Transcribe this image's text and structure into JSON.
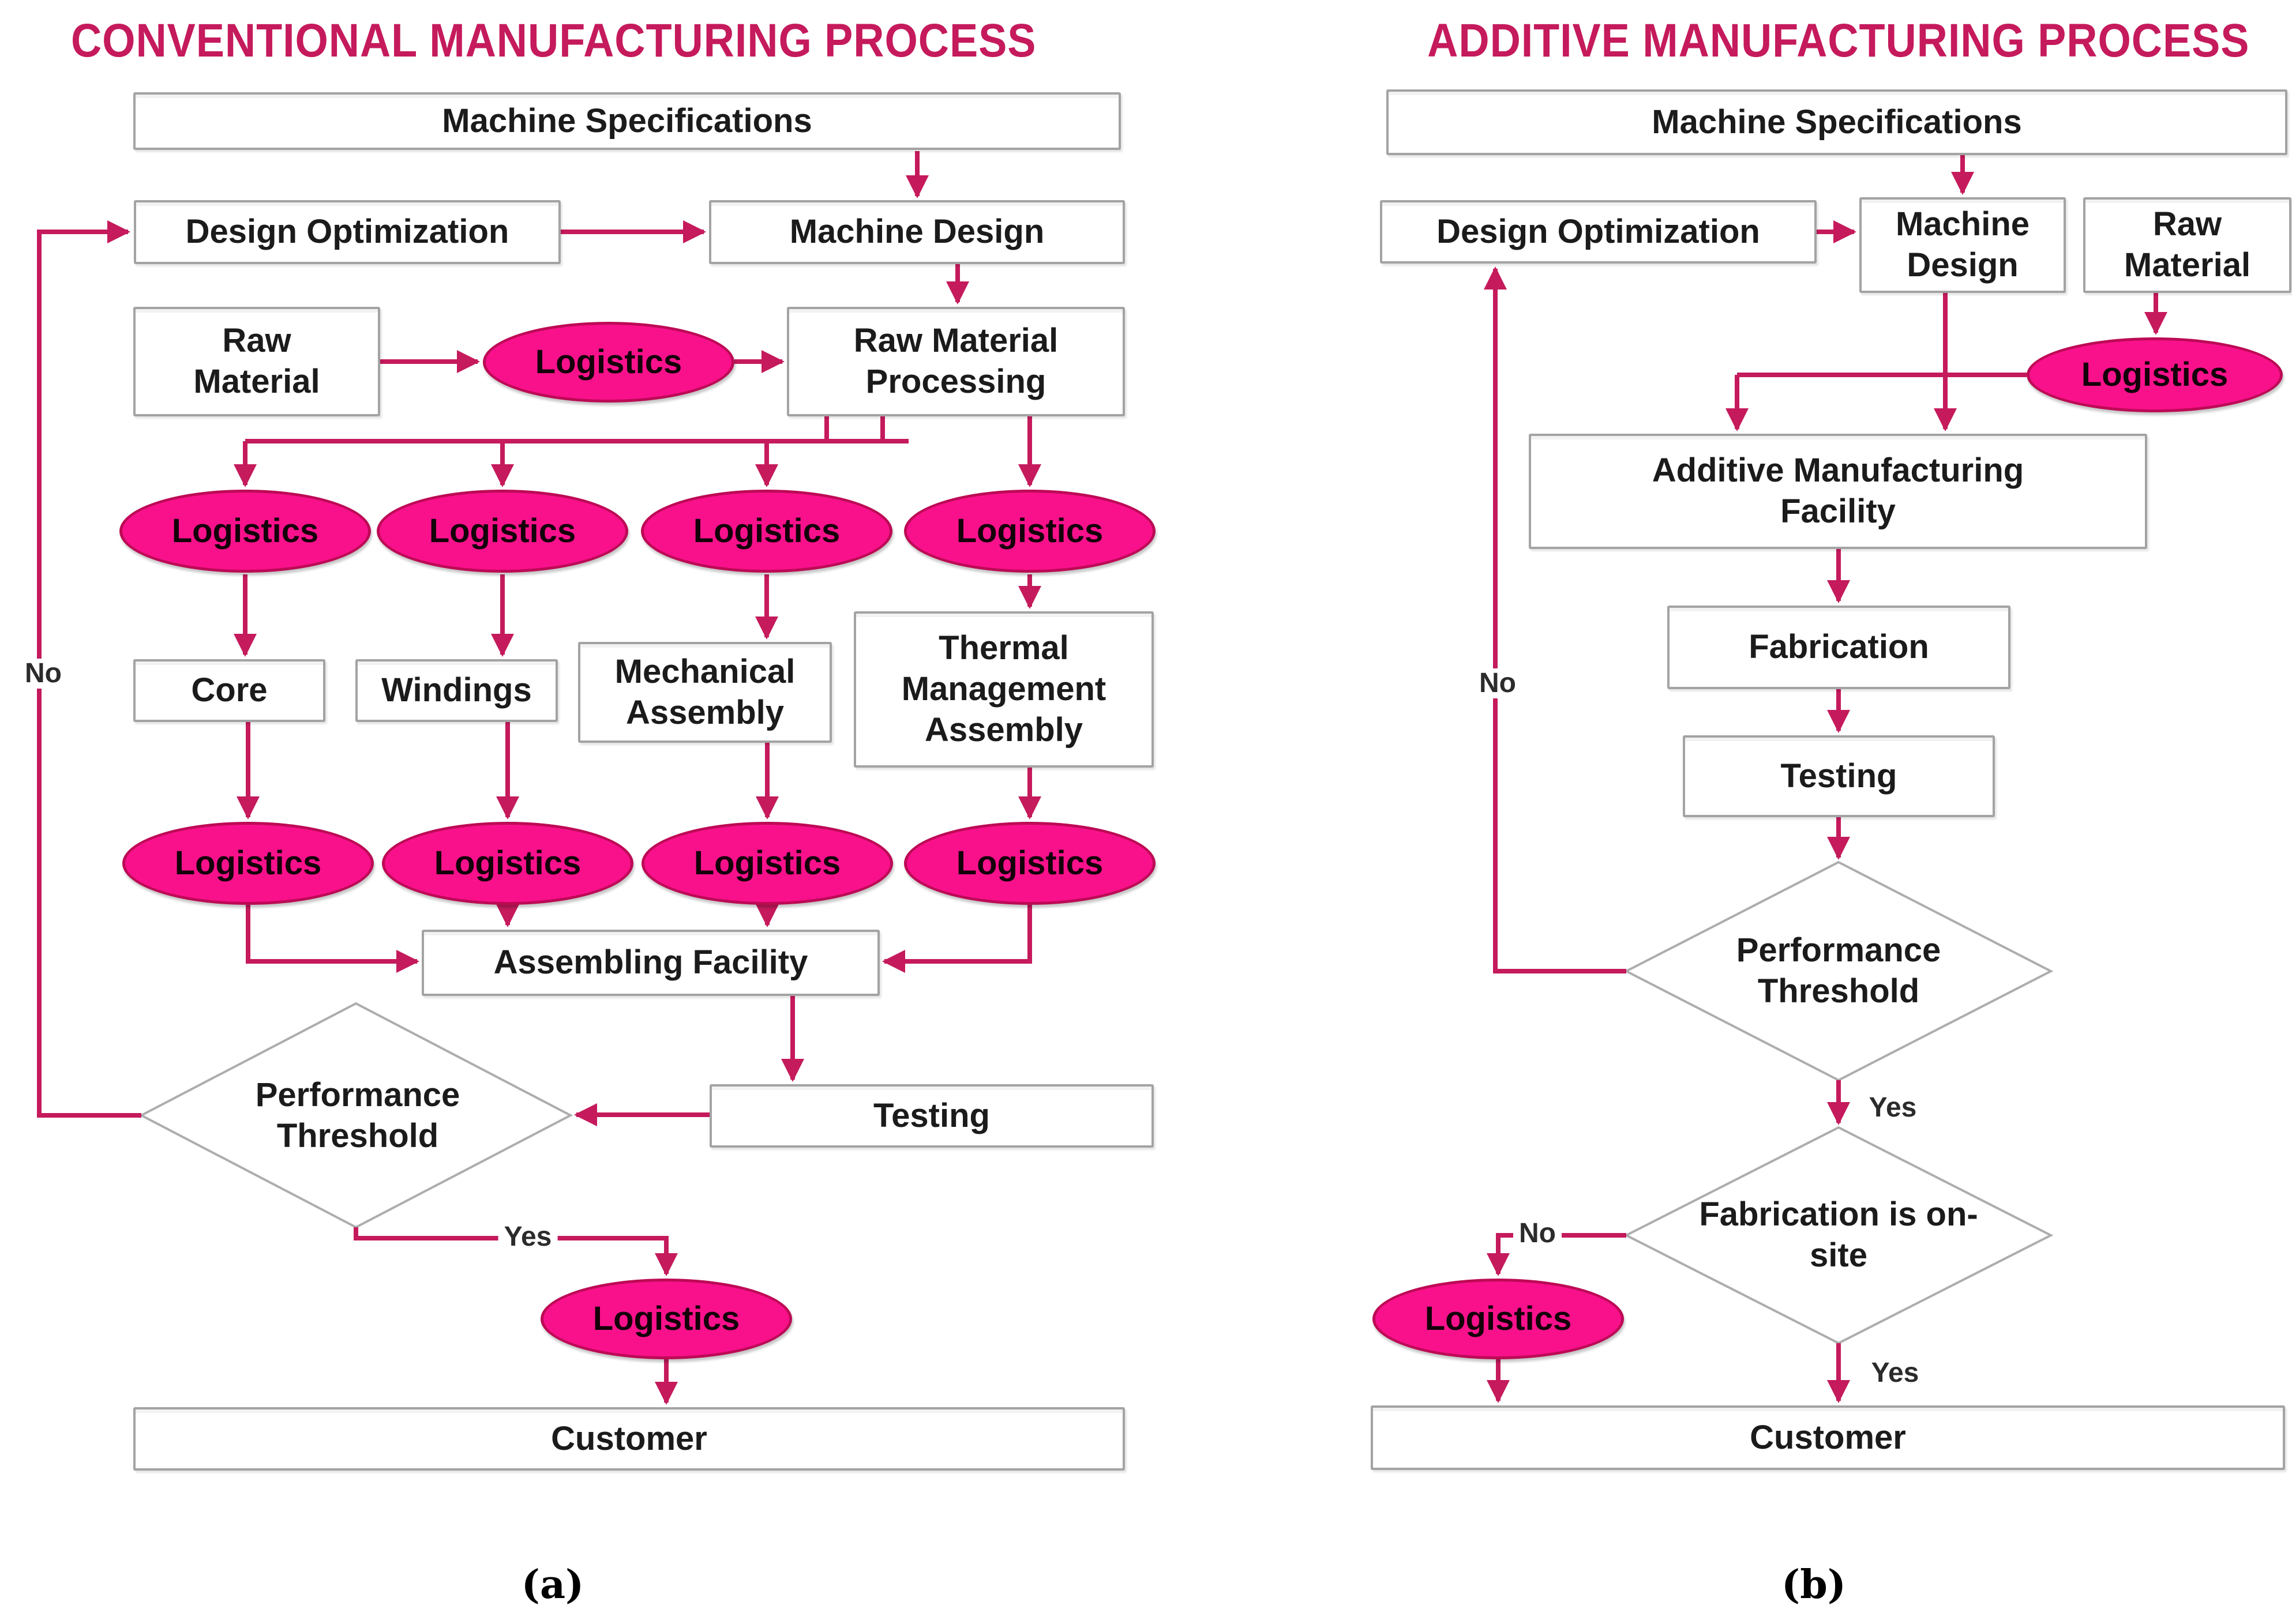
{
  "colors": {
    "accent": "#C51A5C",
    "ellipse_fill": "#F9118C",
    "ellipse_border": "#BD0A55",
    "box_border": "#A3A3A3",
    "diamond_border": "#ADADAD",
    "node_text": "#1B1B1B",
    "edge_label_text": "#2B2B2B"
  },
  "left": {
    "title": "CONVENTIONAL MANUFACTURING PROCESS",
    "caption": "(a)",
    "nodes": {
      "machine_specifications": "Machine Specifications",
      "design_optimization": "Design Optimization",
      "machine_design": "Machine Design",
      "raw_material": "Raw Material",
      "logistics": "Logistics",
      "raw_material_processing": "Raw Material Processing",
      "core": "Core",
      "windings": "Windings",
      "mechanical_assembly": "Mechanical Assembly",
      "thermal_management_assembly": "Thermal Management Assembly",
      "assembling_facility": "Assembling Facility",
      "performance_threshold": "Performance Threshold",
      "testing": "Testing",
      "customer": "Customer"
    },
    "labels": {
      "no": "No",
      "yes": "Yes"
    }
  },
  "right": {
    "title": "ADDITIVE MANUFACTURING PROCESS",
    "caption": "(b)",
    "nodes": {
      "machine_specifications": "Machine Specifications",
      "design_optimization": "Design Optimization",
      "machine_design": "Machine Design",
      "raw_material": "Raw Material",
      "logistics": "Logistics",
      "additive_manufacturing_facility": "Additive Manufacturing Facility",
      "fabrication": "Fabrication",
      "testing": "Testing",
      "performance_threshold": "Performance Threshold",
      "fabrication_is_on_site": "Fabrication is on-site",
      "customer": "Customer"
    },
    "labels": {
      "no": "No",
      "yes": "Yes"
    }
  }
}
